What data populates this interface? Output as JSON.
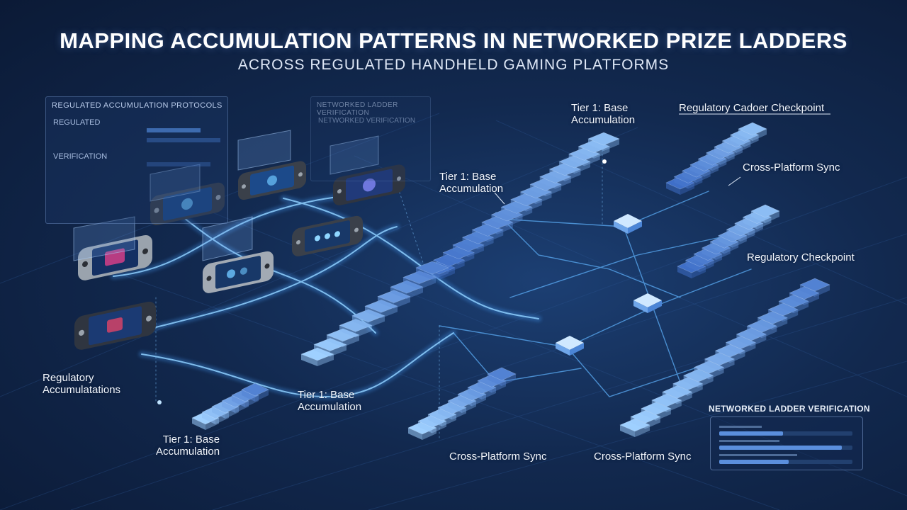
{
  "title": "MAPPING ACCUMULATION PATTERNS IN NETWORKED PRIZE LADDERS",
  "subtitle": "ACROSS REGULATED HANDHELD GAMING PLATFORMS",
  "panels": {
    "protocols": {
      "title": "REGULATED ACCUMULATION PROTOCOLS",
      "section_1": "REGULATED",
      "section_2": "VERIFICATION"
    },
    "verification_top": {
      "title": "NETWORKED LADDER VERIFICATION",
      "section_1": "NETWORKED VERIFICATION"
    },
    "verification_bottom": {
      "title": "NETWORKED LADDER VERIFICATION",
      "progress": [
        0.48,
        0.92,
        0.52
      ]
    }
  },
  "labels": {
    "tier_top": "Tier 1: Base\nAccumulation",
    "tier_mid": "Tier 1: Base\nAccumulation",
    "tier_center": "Tier 1: Base\nAccumulation",
    "tier_bottom": "Tier 1: Base\nAccumulation",
    "regulatory_ladder_checkpoint": "Regulatory Cadoer Checkpoint",
    "cross_platform_sync_right": "Cross-Platform Sync",
    "regulatory_checkpoint": "Regulatory Checkpoint",
    "regulatory_accumulations": "Regulatory\nAccumulatations",
    "cross_platform_sync_bottom_center": "Cross-Platform Sync",
    "cross_platform_sync_bottom_right": "Cross-Platform Sync"
  },
  "colors": {
    "accent": "#4aa3ff",
    "step_light": "#9fd0ff",
    "step_dark": "#3f6fc8",
    "panel": "#1e3a69"
  }
}
